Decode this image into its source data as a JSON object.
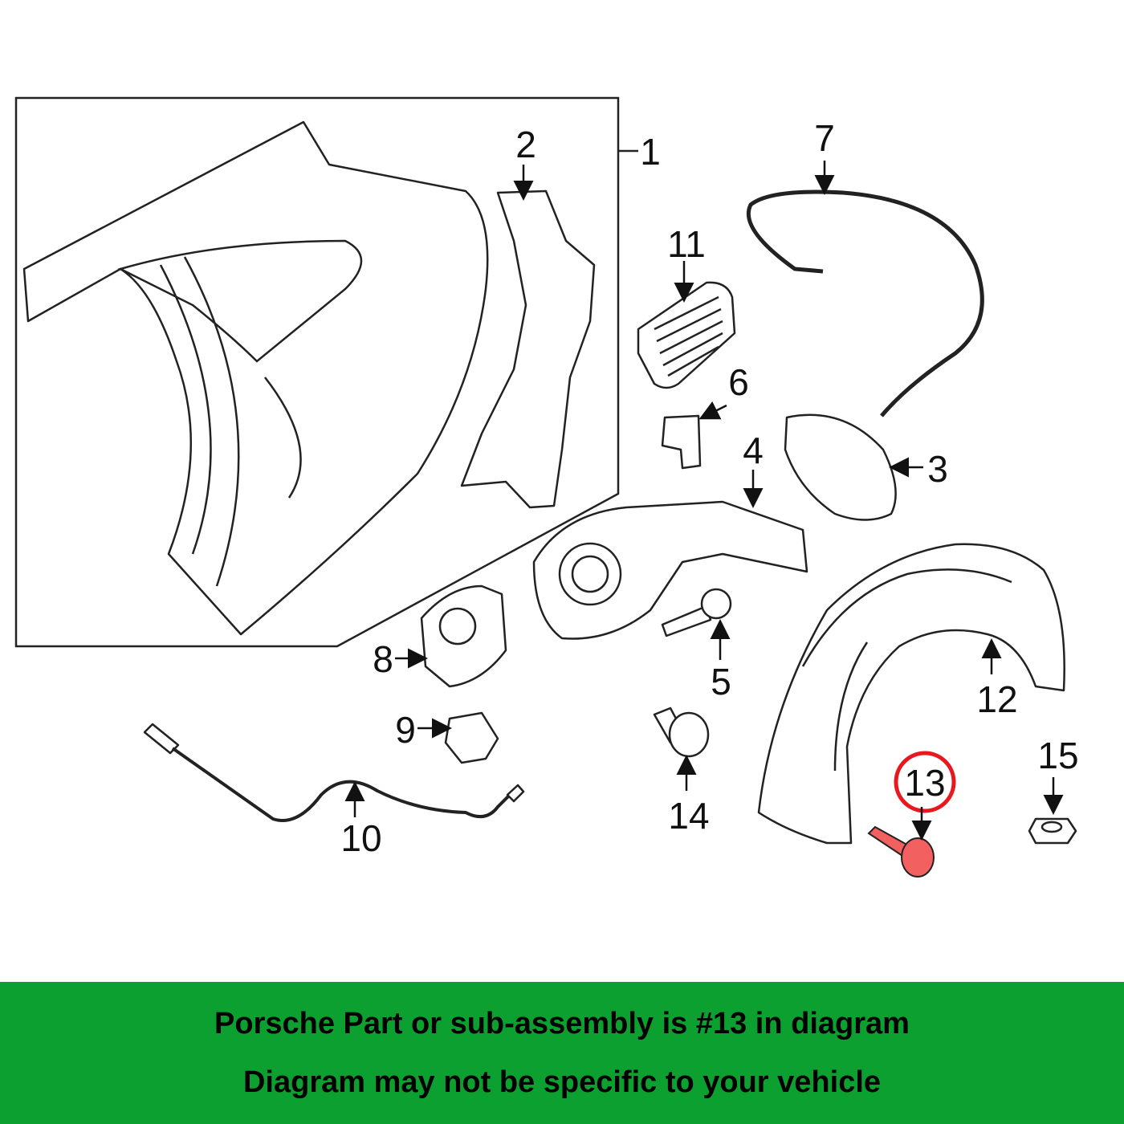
{
  "diagram": {
    "callouts": {
      "c1": "1",
      "c2": "2",
      "c3": "3",
      "c4": "4",
      "c5": "5",
      "c6": "6",
      "c7": "7",
      "c8": "8",
      "c9": "9",
      "c10": "10",
      "c11": "11",
      "c12": "12",
      "c13": "13",
      "c14": "14",
      "c15": "15"
    },
    "highlighted_part": "13",
    "colors": {
      "highlight": "#e8181e",
      "part_fill": "#f26060",
      "banner": "#0ca030"
    }
  },
  "banner": {
    "line1": "Porsche Part or sub-assembly is #13 in diagram",
    "line2": "Diagram may not be specific to your vehicle"
  }
}
